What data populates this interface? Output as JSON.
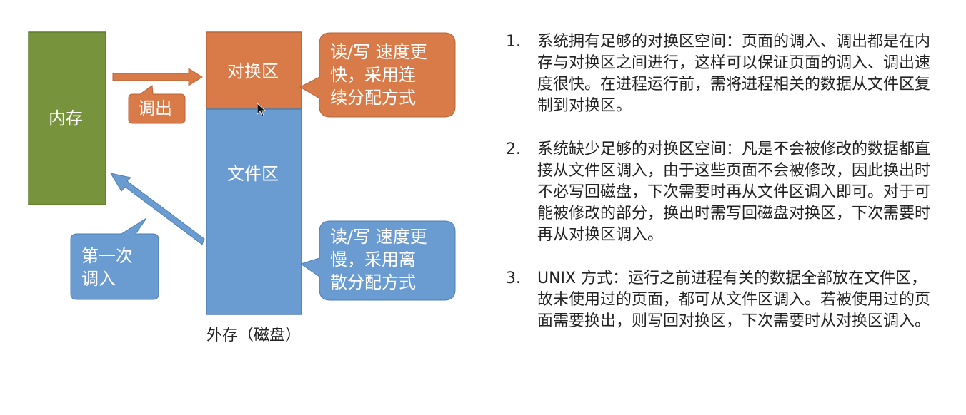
{
  "diagram": {
    "memory_label": "内存",
    "swap_label": "对换区",
    "file_label": "文件区",
    "disk_label": "外存（磁盘）",
    "callout_out": "调出",
    "callout_first": [
      "第一次",
      "调入"
    ],
    "callout_swap": [
      "读/写 速度更",
      "快，采用连",
      "续分配方式"
    ],
    "callout_file": [
      "读/写 速度更",
      "慢，采用离",
      "散分配方式"
    ],
    "colors": {
      "memory": "#77933C",
      "swap": "#D97B48",
      "file": "#6A9BD1"
    }
  },
  "list": [
    {
      "num": "1.",
      "text": "系统拥有足够的对换区空间：页面的调入、调出都是在内存与对换区之间进行，这样可以保证页面的调入、调出速度很快。在进程运行前，需将进程相关的数据从文件区复制到对换区。"
    },
    {
      "num": "2.",
      "text": "系统缺少足够的对换区空间：凡是不会被修改的数据都直接从文件区调入，由于这些页面不会被修改，因此换出时不必写回磁盘，下次需要时再从文件区调入即可。对于可能被修改的部分，换出时需写回磁盘对换区，下次需要时再从对换区调入。"
    },
    {
      "num": "3.",
      "text": "UNIX 方式：运行之前进程有关的数据全部放在文件区，故未使用过的页面，都可从文件区调入。若被使用过的页面需要换出，则写回对换区，下次需要时从对换区调入。"
    }
  ]
}
